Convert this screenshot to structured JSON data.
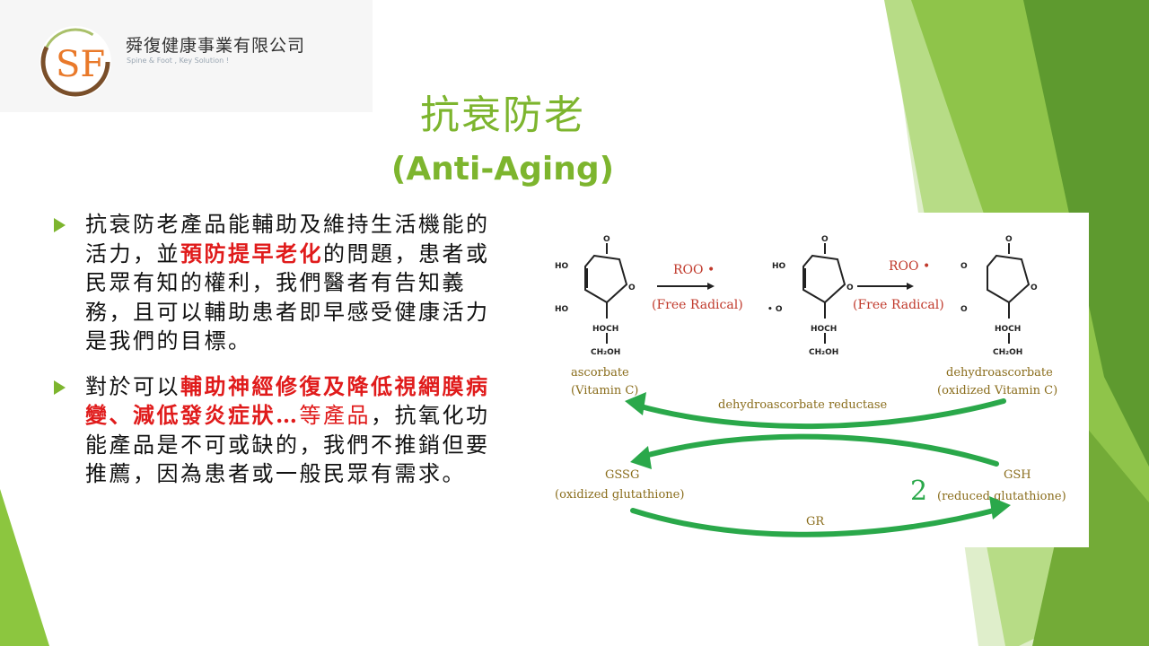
{
  "header": {
    "company_name": "舜復健康事業有限公司",
    "tagline": "Spine & Foot , Key Solution !",
    "logo_letters": "SF"
  },
  "title": {
    "zh": "抗衰防老",
    "en": "(Anti-Aging)"
  },
  "bullets": [
    {
      "pre": "抗衰防老產品能輔助及維持生活機能的活力，並",
      "highlight": "預防提早老化",
      "post": "的問題，患者或民眾有知的權利，我們醫者有告知義務，且可以輔助患者即早感受健康活力是我們的目標。"
    },
    {
      "pre": "對於可以",
      "highlight": "輔助神經修復及降低視網膜病變、減低發炎症狀…",
      "post_red": "等產品",
      "post": "，抗氧化功能產品是不可或缺的，我們不推銷但要推薦，因為患者或一般民眾有需求。"
    }
  ],
  "diagram": {
    "reagent1": "ROO •",
    "reagent1_sub": "(Free Radical)",
    "reagent2": "ROO •",
    "reagent2_sub": "(Free Radical)",
    "ascorbate": "ascorbate",
    "ascorbate_sub": "(Vitamin C)",
    "dehydro": "dehydroascorbate",
    "dehydro_sub": "(oxidized Vitamin C)",
    "reductase": "dehydroascorbate reductase",
    "gssg": "GSSG",
    "gssg_sub": "(oxidized glutathione)",
    "gsh_coef": "2",
    "gsh": "GSH",
    "gsh_sub": "(reduced glutathione)",
    "gr": "GR",
    "atoms": {
      "ho": "HO",
      "o": "O",
      "o_rad": "• O",
      "hoch": "HOCH",
      "ch2oh": "CH₂OH"
    }
  },
  "colors": {
    "accent_green": "#7db52e",
    "highlight_red": "#e01b1b",
    "diagram_red": "#c0392b",
    "diagram_brown": "#8a6d1c",
    "diagram_green": "#2aa84a"
  }
}
